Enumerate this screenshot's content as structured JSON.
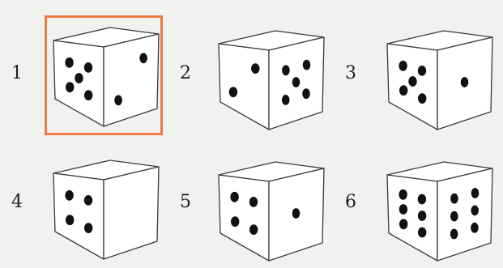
{
  "colors": {
    "background": "#eff2ef",
    "die_face": "#ffffff",
    "die_outline": "#3a3a3a",
    "pip": "#111111",
    "highlight": "#f07a43"
  },
  "selected_option": "1",
  "options": [
    {
      "label": "1",
      "front": 5,
      "side": 2
    },
    {
      "label": "2",
      "front": 2,
      "side": 5
    },
    {
      "label": "3",
      "front": 5,
      "side": 1
    },
    {
      "label": "4",
      "front": 4,
      "side": 0
    },
    {
      "label": "5",
      "front": 4,
      "side": 1
    },
    {
      "label": "6",
      "front": 6,
      "side": 6
    }
  ]
}
